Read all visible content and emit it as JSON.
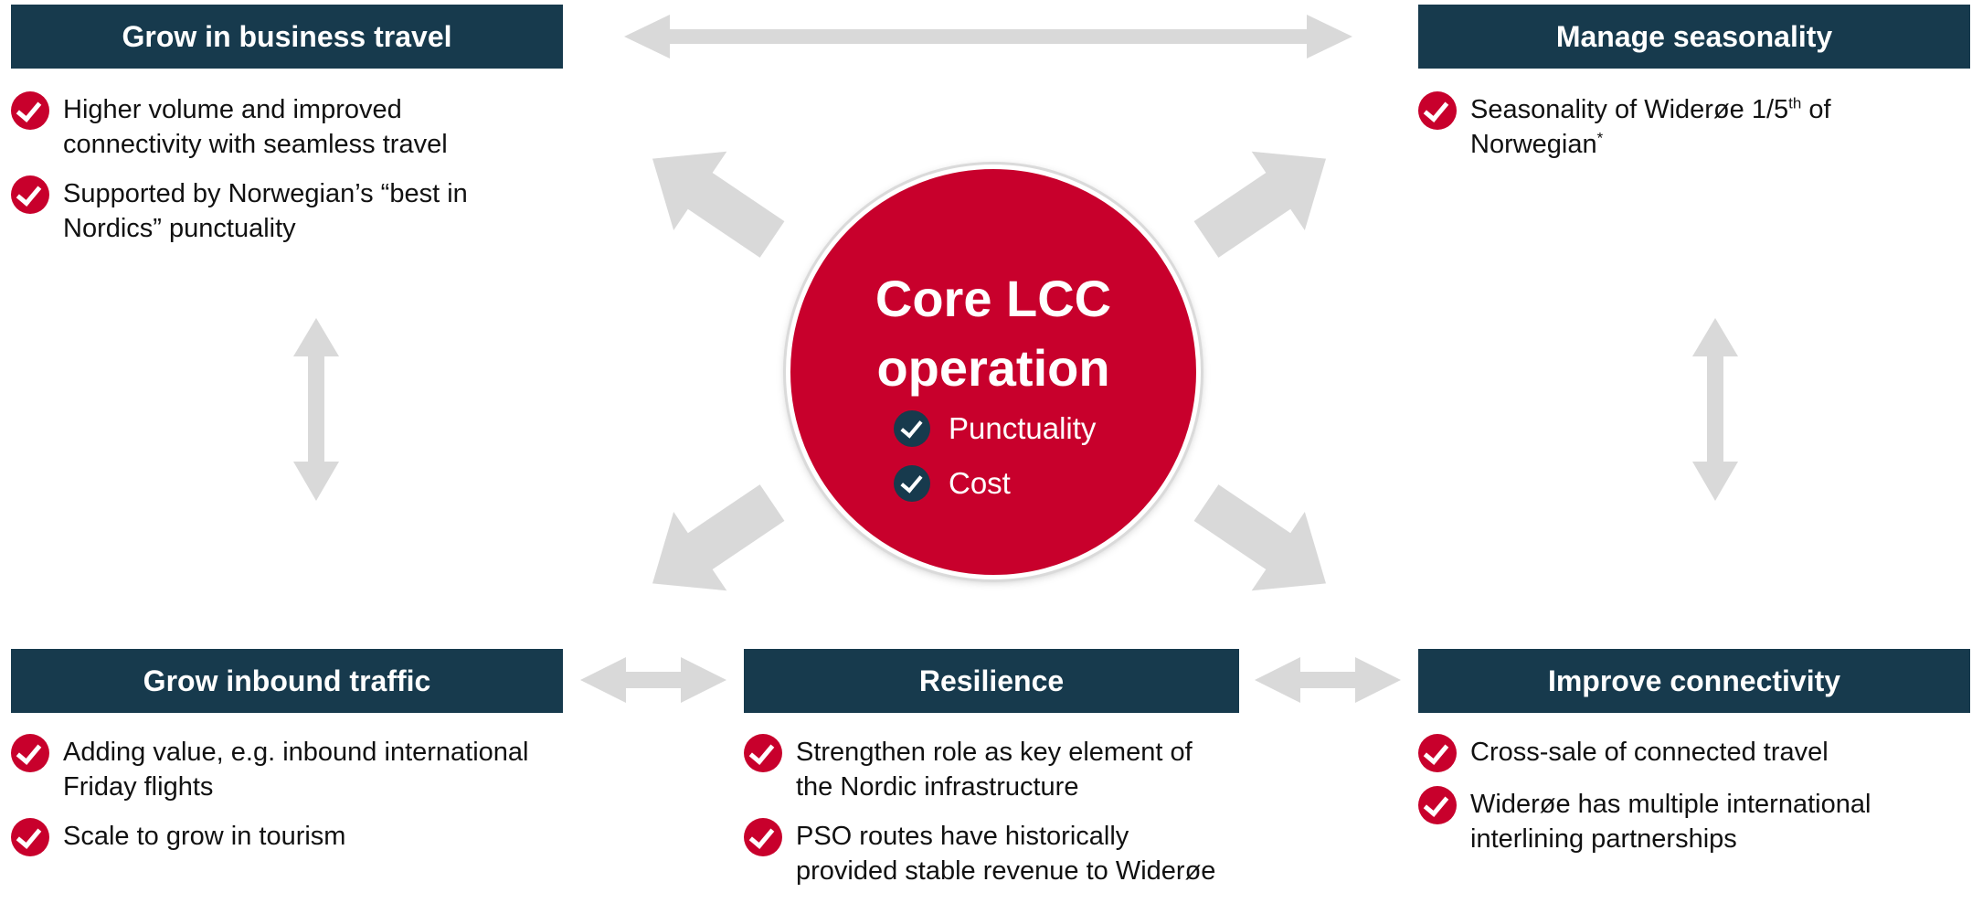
{
  "colors": {
    "header_bg": "#173a4d",
    "accent_red": "#c8002c",
    "arrow_gray": "#d9d9d9"
  },
  "core": {
    "title": "Core LCC operation",
    "items": [
      "Punctuality",
      "Cost"
    ]
  },
  "boxes": {
    "business": {
      "title": "Grow in business travel",
      "items": [
        "Higher volume and improved connectivity with seamless travel",
        "Supported by Norwegian’s “best in Nordics” punctuality"
      ]
    },
    "seasonality": {
      "title": "Manage seasonality",
      "item_main": "Seasonality of Widerøe 1/5",
      "item_sup1": "th",
      "item_mid": " of Norwegian",
      "item_sup2": "*"
    },
    "inbound": {
      "title": "Grow inbound traffic",
      "items": [
        "Adding value, e.g. inbound international Friday flights",
        "Scale to grow in tourism"
      ]
    },
    "resilience": {
      "title": "Resilience",
      "items": [
        "Strengthen role as key element of the Nordic infrastructure",
        "PSO routes have historically provided stable revenue to Widerøe"
      ]
    },
    "connectivity": {
      "title": "Improve connectivity",
      "items": [
        "Cross-sale of connected travel",
        "Widerøe has multiple international interlining partnerships"
      ]
    }
  }
}
